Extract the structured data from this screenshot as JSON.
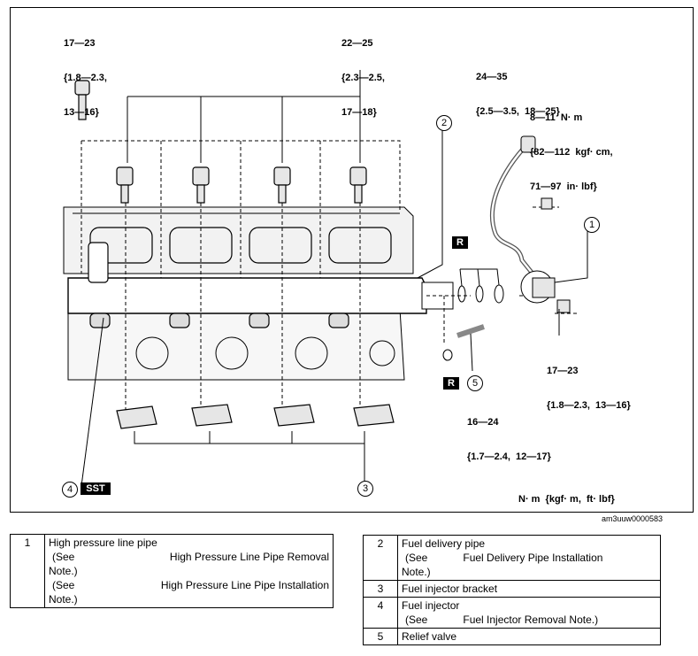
{
  "labels": {
    "torque_top_left": [
      "17—23",
      "{1.8—2.3,",
      "13—16}"
    ],
    "torque_top_mid": [
      "22—25",
      "{2.3—2.5,",
      "17—18}"
    ],
    "torque_top_right": [
      "24—35",
      "{2.5—3.5,  18—25}"
    ],
    "torque_bracket": [
      "8—11  N· m",
      "{82—112  kgf· cm,",
      "71—97  in· lbf}"
    ],
    "torque_bottom_right": [
      "17—23",
      "{1.8—2.3,  13—16}"
    ],
    "torque_relief": [
      "16—24",
      "{1.7—2.4,  12—17}"
    ],
    "units": "N· m  {kgf· m,  ft· lbf}",
    "figure_code": "am3uuw0000583"
  },
  "callouts": [
    "1",
    "2",
    "3",
    "4",
    "5"
  ],
  "tags": {
    "replace": "R",
    "sst": "SST"
  },
  "legend_left": [
    {
      "num": "1",
      "name": "High pressure line pipe",
      "refs": [
        {
          "see": "(See",
          "target": "High Pressure Line Pipe Removal",
          "tail": "Note.)"
        },
        {
          "see": "(See",
          "target": "High Pressure Line Pipe Installation",
          "tail": "Note.)"
        }
      ]
    }
  ],
  "legend_right": [
    {
      "num": "2",
      "name": "Fuel delivery pipe",
      "refs": [
        {
          "see": "(See",
          "target": "Fuel Delivery Pipe Installation",
          "tail": "Note.)"
        }
      ]
    },
    {
      "num": "3",
      "name": "Fuel injector bracket",
      "refs": []
    },
    {
      "num": "4",
      "name": "Fuel injector",
      "refs": [
        {
          "see": "(See",
          "target": "Fuel Injector Removal Note.)",
          "tail": ""
        }
      ]
    },
    {
      "num": "5",
      "name": "Relief valve",
      "refs": []
    }
  ]
}
